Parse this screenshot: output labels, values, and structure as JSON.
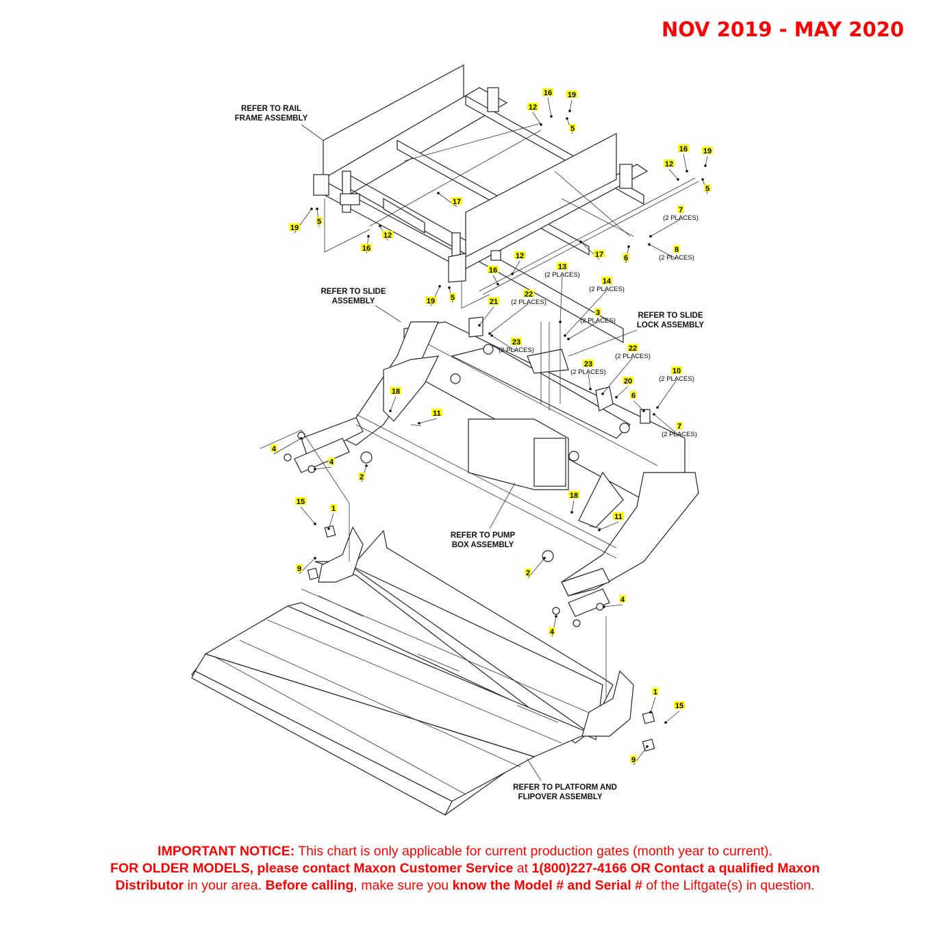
{
  "header": {
    "date_range": "NOV 2019 - MAY 2020"
  },
  "colors": {
    "notice_red": "#ff0000",
    "callout_yellow": "#ffff00",
    "line": "#222222"
  },
  "references": {
    "rail_frame": [
      "REFER TO RAIL",
      "FRAME ASSEMBLY"
    ],
    "slide": [
      "REFER TO SLIDE",
      "ASSEMBLY"
    ],
    "slide_lock": [
      "REFER TO SLIDE",
      "LOCK ASSEMBLY"
    ],
    "pump_box": [
      "REFER TO PUMP",
      "BOX ASSEMBLY"
    ],
    "platform": [
      "REFER TO PLATFORM AND",
      "FLIPOVER ASSEMBLY"
    ]
  },
  "callouts": [
    {
      "num": "16",
      "sub": ""
    },
    {
      "num": "19",
      "sub": ""
    },
    {
      "num": "12",
      "sub": ""
    },
    {
      "num": "5",
      "sub": ""
    },
    {
      "num": "16",
      "sub": ""
    },
    {
      "num": "19",
      "sub": ""
    },
    {
      "num": "12",
      "sub": ""
    },
    {
      "num": "5",
      "sub": ""
    },
    {
      "num": "17",
      "sub": ""
    },
    {
      "num": "19",
      "sub": ""
    },
    {
      "num": "5",
      "sub": ""
    },
    {
      "num": "12",
      "sub": ""
    },
    {
      "num": "16",
      "sub": ""
    },
    {
      "num": "7",
      "sub": "(2 PLACES)"
    },
    {
      "num": "8",
      "sub": "(2 PLACES)"
    },
    {
      "num": "6",
      "sub": ""
    },
    {
      "num": "17",
      "sub": ""
    },
    {
      "num": "12",
      "sub": ""
    },
    {
      "num": "16",
      "sub": ""
    },
    {
      "num": "19",
      "sub": ""
    },
    {
      "num": "5",
      "sub": ""
    },
    {
      "num": "13",
      "sub": "(2 PLACES)"
    },
    {
      "num": "14",
      "sub": "(2 PLACES)"
    },
    {
      "num": "21",
      "sub": ""
    },
    {
      "num": "22",
      "sub": "(2 PLACES)"
    },
    {
      "num": "3",
      "sub": "(2 PLACES)"
    },
    {
      "num": "23",
      "sub": "(2 PLACES)"
    },
    {
      "num": "22",
      "sub": "(2 PLACES)"
    },
    {
      "num": "23",
      "sub": "(2 PLACES)"
    },
    {
      "num": "10",
      "sub": "(2 PLACES)"
    },
    {
      "num": "20",
      "sub": ""
    },
    {
      "num": "6",
      "sub": ""
    },
    {
      "num": "7",
      "sub": "(2 PLACES)"
    },
    {
      "num": "18",
      "sub": ""
    },
    {
      "num": "11",
      "sub": ""
    },
    {
      "num": "4",
      "sub": ""
    },
    {
      "num": "4",
      "sub": ""
    },
    {
      "num": "2",
      "sub": ""
    },
    {
      "num": "15",
      "sub": ""
    },
    {
      "num": "1",
      "sub": ""
    },
    {
      "num": "9",
      "sub": ""
    },
    {
      "num": "18",
      "sub": ""
    },
    {
      "num": "11",
      "sub": ""
    },
    {
      "num": "2",
      "sub": ""
    },
    {
      "num": "4",
      "sub": ""
    },
    {
      "num": "4",
      "sub": ""
    },
    {
      "num": "1",
      "sub": ""
    },
    {
      "num": "15",
      "sub": ""
    },
    {
      "num": "9",
      "sub": ""
    }
  ],
  "notice": {
    "l1_bold": "IMPORTANT NOTICE:",
    "l1_text": " This chart is only applicable for current production gates (month year to current).",
    "l2_bold1": "FOR OLDER MODELS, please contact Maxon Customer Service",
    "l2_text1": " at ",
    "l2_bold2": "1(800)227-4166 OR Contact a qualified Maxon",
    "l3_bold1": "Distributor",
    "l3_text1": " in your area. ",
    "l3_bold2": "Before calling",
    "l3_text2": ", make sure you ",
    "l3_bold3": "know the Model # and Serial #",
    "l3_text3": " of the Liftgate(s) in question."
  }
}
